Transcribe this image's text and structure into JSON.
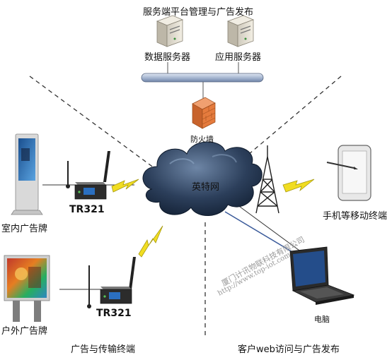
{
  "title": "服务端平台管理与广告发布",
  "servers": {
    "data_server": "数据服务器",
    "app_server": "应用服务器"
  },
  "firewall": "防火墙",
  "cloud": "英特网",
  "devices": {
    "indoor_sign": "室内广告牌",
    "outdoor_sign": "户外广告牌",
    "terminal_model": "TR321",
    "mobile": "手机等移动终端",
    "computer": "电脑"
  },
  "sections": {
    "ad_terminal": "广告与传输终端",
    "client_web": "客户web访问与广告发布"
  },
  "watermark": {
    "company": "厦门计讯物联科技有限公司",
    "url": "http://www.top-iot.com"
  }
}
